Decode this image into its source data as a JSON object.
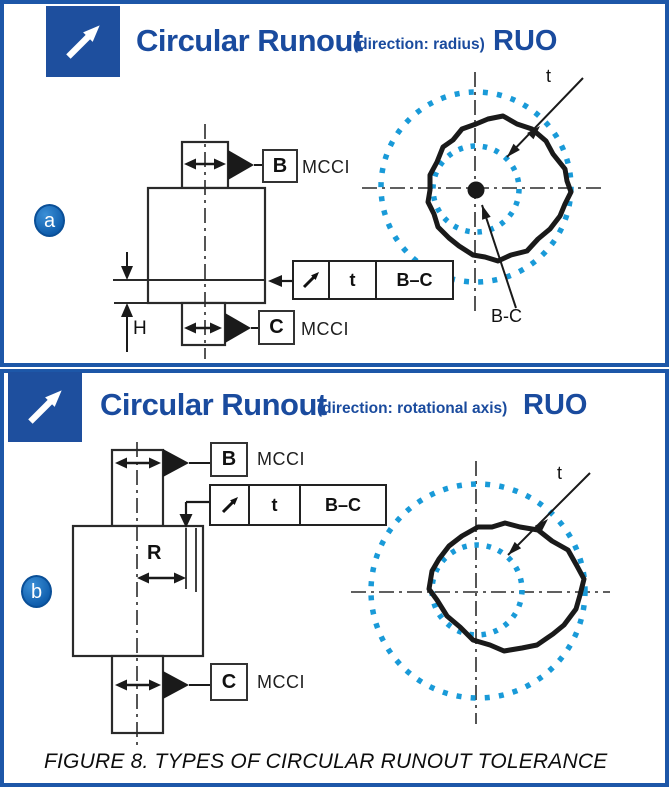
{
  "caption": "FIGURE 8.  TYPES OF CIRCULAR RUNOUT TOLERANCE",
  "colors": {
    "accent_blue": "#1a4b9e",
    "tolerance_zone_blue": "#199ad8",
    "line_black": "#1a1a1a"
  },
  "panels": [
    {
      "id": "a",
      "badge": "a",
      "title": "Circular Runout",
      "direction_note": "(direction: radius)",
      "abbreviation": "RUO",
      "icon": "circular-runout-icon",
      "fcf": {
        "symbol_icon": "circular-runout-icon",
        "tolerance": "t",
        "datum_reference": "B–C"
      },
      "datum_indicators": [
        {
          "label": "B",
          "note": "MCCI"
        },
        {
          "label": "C",
          "note": "MCCI"
        }
      ],
      "dimension_label": "H",
      "zone_labels": {
        "tolerance": "t",
        "datum_axis": "B-C"
      }
    },
    {
      "id": "b",
      "badge": "b",
      "title": "Circular Runout",
      "direction_note": "(direction: rotational axis)",
      "abbreviation": "RUO",
      "icon": "circular-runout-icon",
      "fcf": {
        "symbol_icon": "circular-runout-icon",
        "tolerance": "t",
        "datum_reference": "B–C"
      },
      "datum_indicators": [
        {
          "label": "B",
          "note": "MCCI"
        },
        {
          "label": "C",
          "note": "MCCI"
        }
      ],
      "dimension_label": "R",
      "zone_labels": {
        "tolerance": "t"
      }
    }
  ]
}
